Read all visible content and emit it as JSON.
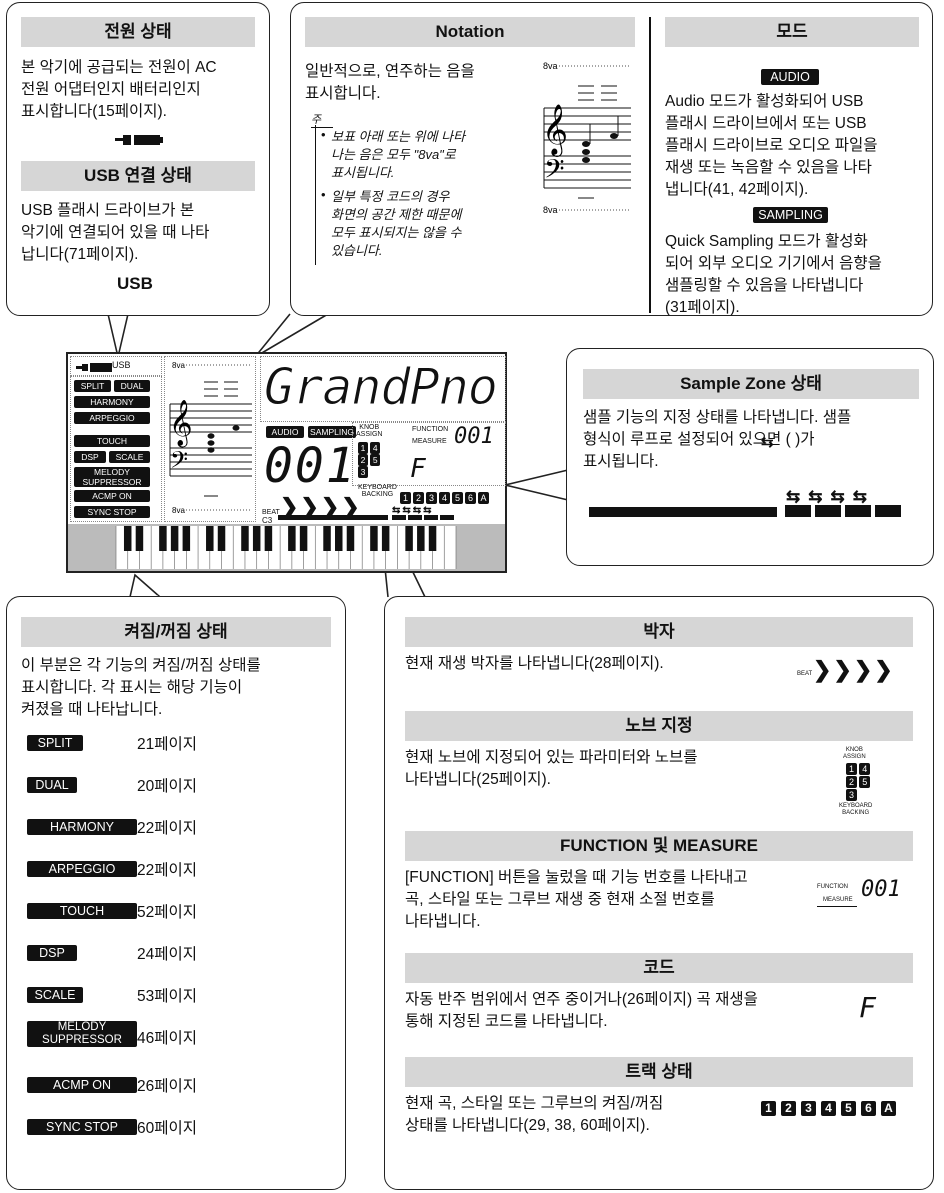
{
  "power": {
    "title": "전원 상태",
    "desc": "본 악기에 공급되는 전원이 AC\n전원 어댑터인지 배터리인지\n표시합니다(15페이지).",
    "usb_title": "USB 연결 상태",
    "usb_desc": "USB 플래시 드라이브가 본\n악기에 연결되어 있을 때 나타\n납니다(71페이지).",
    "usb_label": "USB"
  },
  "notation": {
    "title": "Notation",
    "desc": "일반적으로, 연주하는 음을\n표시합니다.",
    "note_label": "주",
    "notes": [
      "보표 아래 또는 위에 나타\n나는 음은 모두 \"8va\"로\n표시됩니다.",
      "일부 특정 코드의 경우\n화면의 공간 제한 때문에\n모두 표시되지는 않을 수\n있습니다."
    ],
    "octave": "8va"
  },
  "mode": {
    "title": "모드",
    "audio_badge": "AUDIO",
    "audio_desc": "Audio 모드가 활성화되어 USB\n플래시 드라이브에서 또는 USB\n플래시 드라이브로 오디오 파일을\n재생 또는 녹음할 수 있음을 나타\n냅니다(41, 42페이지).",
    "sampling_badge": "SAMPLING",
    "sampling_desc": "Quick Sampling 모드가 활성화\n되어 외부 오디오 기기에서 음향을\n샘플링할 수 있음을 나타냅니다\n(31페이지)."
  },
  "sample_zone": {
    "title": "Sample Zone 상태",
    "desc": "샘플 기능의 지정 상태를 나타냅니다. 샘플\n형식이 루프로 설정되어 있으면 (   )가\n표시됩니다."
  },
  "lcd": {
    "usb": "USB",
    "labels": [
      "SPLIT",
      "DUAL",
      "HARMONY",
      "ARPEGGIO",
      "TOUCH",
      "DSP",
      "SCALE",
      "MELODY\nSUPPRESSOR",
      "ACMP ON",
      "SYNC STOP"
    ],
    "name": "GrandPno",
    "audio": "AUDIO",
    "sampling": "SAMPLING",
    "number": "001",
    "knob_assign": "KNOB\nASSIGN",
    "function": "FUNCTION",
    "measure": "MEASURE",
    "measure_value": "001",
    "chord": "F",
    "beat": "BEAT",
    "kb_backing": "KEYBOARD\nBACKING",
    "tracks": [
      "1",
      "2",
      "3",
      "4",
      "5",
      "6",
      "A"
    ],
    "c3": "C3",
    "octave": "8va"
  },
  "onoff": {
    "title": "켜짐/꺼짐 상태",
    "desc": "이 부분은 각 기능의 켜짐/꺼짐 상태를\n표시합니다. 각 표시는 해당 기능이\n켜졌을 때 나타납니다.",
    "items": [
      {
        "label": "SPLIT",
        "page": "21페이지"
      },
      {
        "label": "DUAL",
        "page": "20페이지"
      },
      {
        "label": "HARMONY",
        "page": "22페이지"
      },
      {
        "label": "ARPEGGIO",
        "page": "22페이지"
      },
      {
        "label": "TOUCH",
        "page": "52페이지"
      },
      {
        "label": "DSP",
        "page": "24페이지"
      },
      {
        "label": "SCALE",
        "page": "53페이지"
      },
      {
        "label": "MELODY\nSUPPRESSOR",
        "page": "46페이지"
      },
      {
        "label": "ACMP ON",
        "page": "26페이지"
      },
      {
        "label": "SYNC STOP",
        "page": "60페이지"
      }
    ]
  },
  "beat": {
    "title": "박자",
    "desc": "현재 재생 박자를 나타냅니다(28페이지).",
    "label": "BEAT"
  },
  "knob": {
    "title": "노브 지정",
    "desc": "현재 노브에 지정되어 있는 파라미터와 노브를\n나타냅니다(25페이지).",
    "label_top": "KNOB\nASSIGN",
    "label_bottom": "KEYBOARD\nBACKING"
  },
  "function_measure": {
    "title": "FUNCTION 및 MEASURE",
    "desc": "[FUNCTION] 버튼을 눌렀을 때 기능 번호를 나타내고\n곡, 스타일 또는 그루브 재생 중 현재 소절 번호를\n나타냅니다.",
    "function": "FUNCTION",
    "measure": "MEASURE",
    "value": "001"
  },
  "chord": {
    "title": "코드",
    "desc": "자동 반주 범위에서 연주 중이거나(26페이지) 곡 재생을\n통해 지정된 코드를 나타냅니다.",
    "value": "F"
  },
  "track": {
    "title": "트랙 상태",
    "desc": "현재 곡, 스타일 또는 그루브의 켜짐/꺼짐\n상태를 나타냅니다(29, 38, 60페이지).",
    "tracks": [
      "1",
      "2",
      "3",
      "4",
      "5",
      "6",
      "A"
    ]
  }
}
